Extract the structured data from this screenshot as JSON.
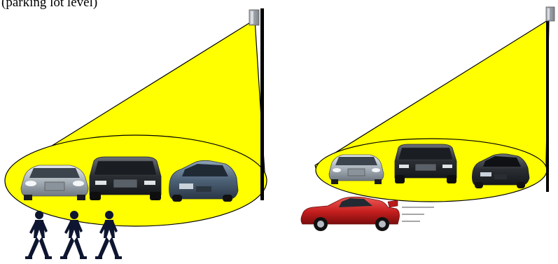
{
  "caption_fragment": "(parking lot level)",
  "colors": {
    "light_beam": "#ffff00",
    "pole": "#000000",
    "beam_outline": "#000000",
    "red_car": "#cc2222",
    "person": "#0d1530"
  },
  "scenes": [
    {
      "name": "left-scene",
      "description_icons": [
        "light-fixture-icon",
        "pole-icon",
        "parked-car-icon",
        "parked-car-icon",
        "parked-car-icon",
        "walking-person-icon",
        "walking-person-icon",
        "walking-person-icon"
      ]
    },
    {
      "name": "right-scene",
      "description_icons": [
        "light-fixture-icon",
        "pole-icon",
        "parked-car-icon",
        "parked-car-icon",
        "parked-car-icon",
        "moving-red-car-icon"
      ]
    }
  ]
}
